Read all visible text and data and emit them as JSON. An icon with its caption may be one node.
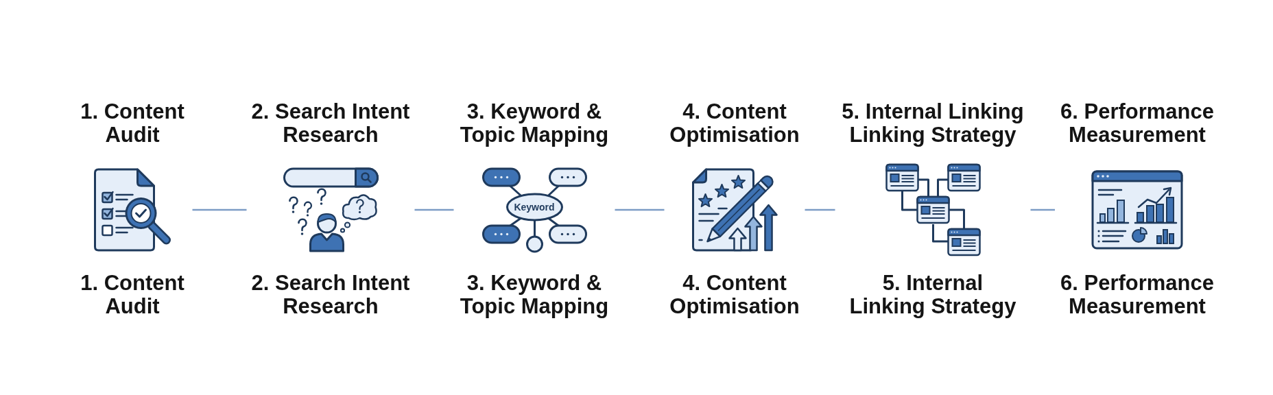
{
  "diagram": {
    "nodes": [
      {
        "text": [
          "1. Content Audit",
          "1. Content Audit"
        ]
      },
      {
        "text": [
          "2. Search Intent Research",
          "2. Search Intent Research"
        ]
      },
      {
        "text": [
          "3. Keyword & Topic Mapping",
          "3. Keyword & Topic Mapping"
        ]
      },
      {
        "text": [
          "4. Content Optimisation",
          "4. Content Optimisation"
        ]
      },
      {
        "text": [
          "5. Internal Linking Linking Strategy",
          "5. Internal Linking Strategy"
        ]
      },
      {
        "text": [
          "6. Performance Measurement",
          "6. Performance Measurement"
        ]
      }
    ],
    "edges": [
      {
        "from": 0,
        "to": 1,
        "arrow": "none"
      },
      {
        "from": 1,
        "to": 2,
        "arrow": "none"
      },
      {
        "from": 2,
        "to": 3,
        "arrow": "none"
      },
      {
        "from": 3,
        "to": 4,
        "arrow": "none"
      },
      {
        "from": 4,
        "to": 5,
        "arrow": "none"
      }
    ],
    "labels": [
      "Keyword"
    ]
  }
}
